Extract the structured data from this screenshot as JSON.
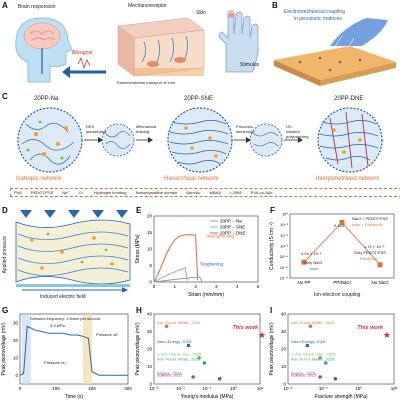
{
  "panelA": {
    "label": "A",
    "brain": "Brain responsion",
    "mechanoreceptor": "Mechanoreceptor",
    "skin": "Skin",
    "biosignal": "Biosignal",
    "stimulus": "Stimulus",
    "transport": "Transmembrane transport of ions"
  },
  "panelB": {
    "label": "B",
    "caption_line1": "Electromechanical coupling",
    "caption_line2": "in piezoionic matrices"
  },
  "panelC": {
    "label": "C",
    "net1": "20PP-Na",
    "net2": "20PP-SNE",
    "net3": "20PP-DNE",
    "step1": "DES substituting",
    "step2": "Mechanical training",
    "step3": "Precursor immersing",
    "step4": "UV-initiated polymerizing",
    "type1": "Isotropic network",
    "type2": "Hierarchical network",
    "type3": "Interpenetrated network",
    "legend": [
      "PVA",
      "PEDOT:PSS",
      "Na⁺",
      "Cl⁻",
      "Hydrogen bonding",
      "Nanocrystalline domain",
      "AAm/Ac",
      "MBAA",
      "I-2959",
      "PVA-co-AAc"
    ]
  },
  "panelD": {
    "label": "D",
    "applied": "Applied pressure",
    "induced": "Induced electric field"
  },
  "panelE": {
    "label": "E",
    "strengthening": "Strengthening",
    "toughening": "Toughening"
  },
  "panelF": {
    "label": "F",
    "ann1": "NaCl + PEDOT:PSS",
    "ann1b": "Ionic + Electronic",
    "ann2a": "Only NaCl",
    "ann2b": "Ionic",
    "ann3a": "Only PEDOT:PSS",
    "ann3b": "Electronic",
    "val1": "0.164",
    "val2": "3.04 × 10⁻⁵",
    "val3": "1.72 × 10⁻⁵",
    "coupling": "Ion-electron coupling"
  },
  "panelG": {
    "label": "G",
    "freq": "Stimulus frequency: 3 times per second",
    "mpa": "3.3 MPa",
    "on": "Pressure on",
    "off": "Pressure off"
  },
  "panelH": {
    "label": "H",
    "this_work": "This work"
  },
  "panelI": {
    "label": "I",
    "this_work": "This work"
  },
  "chart_data": [
    {
      "type": "line",
      "panel": "E",
      "xlabel": "Strain (mm/mm)",
      "ylabel": "Stress (MPa)",
      "xlim": [
        0,
        5
      ],
      "ylim": [
        0,
        20
      ],
      "xticks": [
        0,
        1,
        2,
        3,
        4,
        5
      ],
      "yticks": [
        0,
        5,
        10,
        15,
        20
      ],
      "legend_position": "top-right",
      "series": [
        {
          "name": "20PP − Na",
          "color": "#9a9a9a",
          "x": [
            0,
            0.5,
            1.0,
            1.5,
            2.0,
            2.2,
            2.3
          ],
          "y": [
            0,
            0.4,
            0.8,
            1.1,
            1.4,
            1.5,
            0.2
          ]
        },
        {
          "name": "20PP − SNE",
          "color": "#7fb2d8",
          "x": [
            0,
            0.3,
            0.6,
            0.9,
            1.2,
            1.5,
            1.6
          ],
          "y": [
            0,
            1.0,
            2.0,
            2.8,
            3.6,
            4.3,
            0.4
          ]
        },
        {
          "name": "20PP − DNE",
          "color": "#e8643c",
          "x": [
            0,
            0.2,
            0.4,
            0.6,
            0.8,
            1.0,
            1.2,
            1.4,
            1.6,
            1.8,
            2.0,
            2.1
          ],
          "y": [
            0,
            2.5,
            5.5,
            8.5,
            11.0,
            12.8,
            13.8,
            14.2,
            14.3,
            14.3,
            14.2,
            0.5
          ]
        }
      ]
    },
    {
      "type": "bar",
      "panel": "F",
      "xlabel": "",
      "ylabel": "Conductivity (S cm⁻¹)",
      "categories": [
        "No PP",
        "PP/NaCl",
        "No NaCl"
      ],
      "log_scale": true,
      "ylim": [
        1e-06,
        1
      ],
      "yticks": [
        "10⁻⁶",
        "10⁻⁵",
        "10⁻⁴",
        "10⁻³",
        "10⁻²",
        "10⁻¹",
        "10⁰"
      ],
      "values": [
        3.04e-05,
        0.164,
        1.72e-05
      ]
    },
    {
      "type": "line",
      "panel": "G",
      "xlabel": "Time (s)",
      "ylabel": "Peak piezovoltage (mV)",
      "xlim": [
        0,
        300
      ],
      "ylim": [
        -5,
        35
      ],
      "xticks": [
        0,
        100,
        200,
        300
      ],
      "yticks": [
        0,
        10,
        20,
        30
      ],
      "series": [
        {
          "name": "",
          "color": "#2a64b0",
          "x": [
            0,
            10,
            20,
            30,
            40,
            60,
            80,
            100,
            120,
            140,
            160,
            180,
            190,
            200,
            210,
            220,
            240,
            260,
            280,
            300
          ],
          "y": [
            0,
            1,
            28,
            27,
            26,
            25,
            24,
            24,
            24,
            23,
            23,
            22,
            21,
            2,
            1,
            0,
            0,
            0,
            0,
            0
          ]
        }
      ]
    },
    {
      "type": "scatter",
      "panel": "H",
      "xlabel": "Young's modulus (MPa)",
      "ylabel": "Peak piezovoltage (mV)",
      "xticks": [
        "10⁻³",
        "10⁻²",
        "10⁻¹",
        "10⁰",
        "10¹"
      ],
      "yticks": [
        0,
        10,
        20,
        30,
        40
      ],
      "points": [
        {
          "label": "Adv. Funct. Mater., 2024",
          "x": 0.003,
          "y": 33
        },
        {
          "label": "Nano Energy, 2025",
          "x": 0.02,
          "y": 22
        },
        {
          "label": "J. Am. Chem. Soc., 2025",
          "x": 0.05,
          "y": 15
        },
        {
          "label": "Adv. Funct. Mater., 2023",
          "x": 0.08,
          "y": 12
        },
        {
          "label": "Angew., 2024",
          "x": 0.03,
          "y": 4
        },
        {
          "label": "Science, 2022",
          "x": 0.3,
          "y": 3
        },
        {
          "label": "This work",
          "x": 12,
          "y": 28
        }
      ]
    },
    {
      "type": "scatter",
      "panel": "I",
      "xlabel": "Fracture strength (MPa)",
      "ylabel": "Peak piezovoltage (mV)",
      "xticks": [
        "10⁻²",
        "10⁻¹",
        "10⁰",
        "10¹"
      ],
      "yticks": [
        0,
        10,
        20,
        30,
        40
      ],
      "points": [
        {
          "label": "Adv. Funct. Mater., 2024",
          "x": 0.05,
          "y": 33
        },
        {
          "label": "Nano Energy, 2025",
          "x": 0.04,
          "y": 22
        },
        {
          "label": "J. Am. Chem. Soc., 2025",
          "x": 0.1,
          "y": 15
        },
        {
          "label": "Adv. Funct. Mater., 2023",
          "x": 0.15,
          "y": 12
        },
        {
          "label": "Angew., 2024",
          "x": 0.1,
          "y": 4
        },
        {
          "label": "Science, 2022",
          "x": 0.3,
          "y": 3
        },
        {
          "label": "This work",
          "x": 12,
          "y": 28
        }
      ]
    }
  ]
}
